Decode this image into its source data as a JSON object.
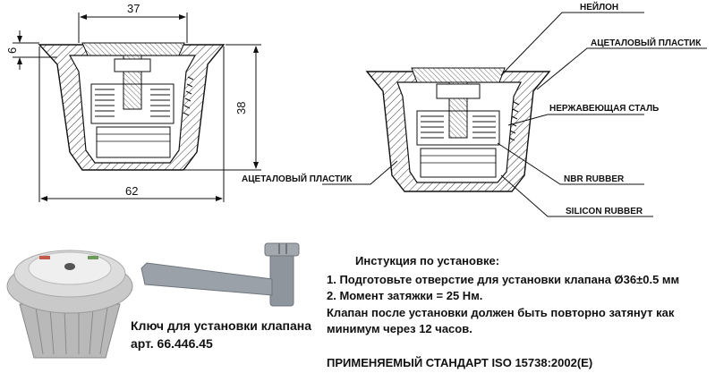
{
  "dimensions": {
    "top_width": "37",
    "lip_height": "6",
    "height": "38",
    "bottom_width": "62"
  },
  "callouts": {
    "nylon": "НЕЙЛОН",
    "acetal_top": "АЦЕТАЛОВЫЙ ПЛАСТИК",
    "stainless": "НЕРЖАВЕЮЩАЯ СТАЛЬ",
    "nbr": "NBR RUBBER",
    "silicon": "SILICON RUBBER",
    "acetal_left": "АЦЕТАЛОВЫЙ ПЛАСТИК"
  },
  "key_caption": {
    "line1": "Ключ для установки клапана",
    "line2": "арт. 66.446.45"
  },
  "instructions": {
    "title": "Инстукция по установке:",
    "items": [
      "1. Подготовьте отверстие для установки клапана Ø36±0.5 мм",
      "2. Момент затяжки = 25 Нм.",
      "Клапан после установки должен быть повторно затянут как",
      "минимум через 12 часов."
    ],
    "standard": "ПРИМЕНЯЕМЫЙ СТАНДАРТ  ISO 15738:2002(E)"
  }
}
